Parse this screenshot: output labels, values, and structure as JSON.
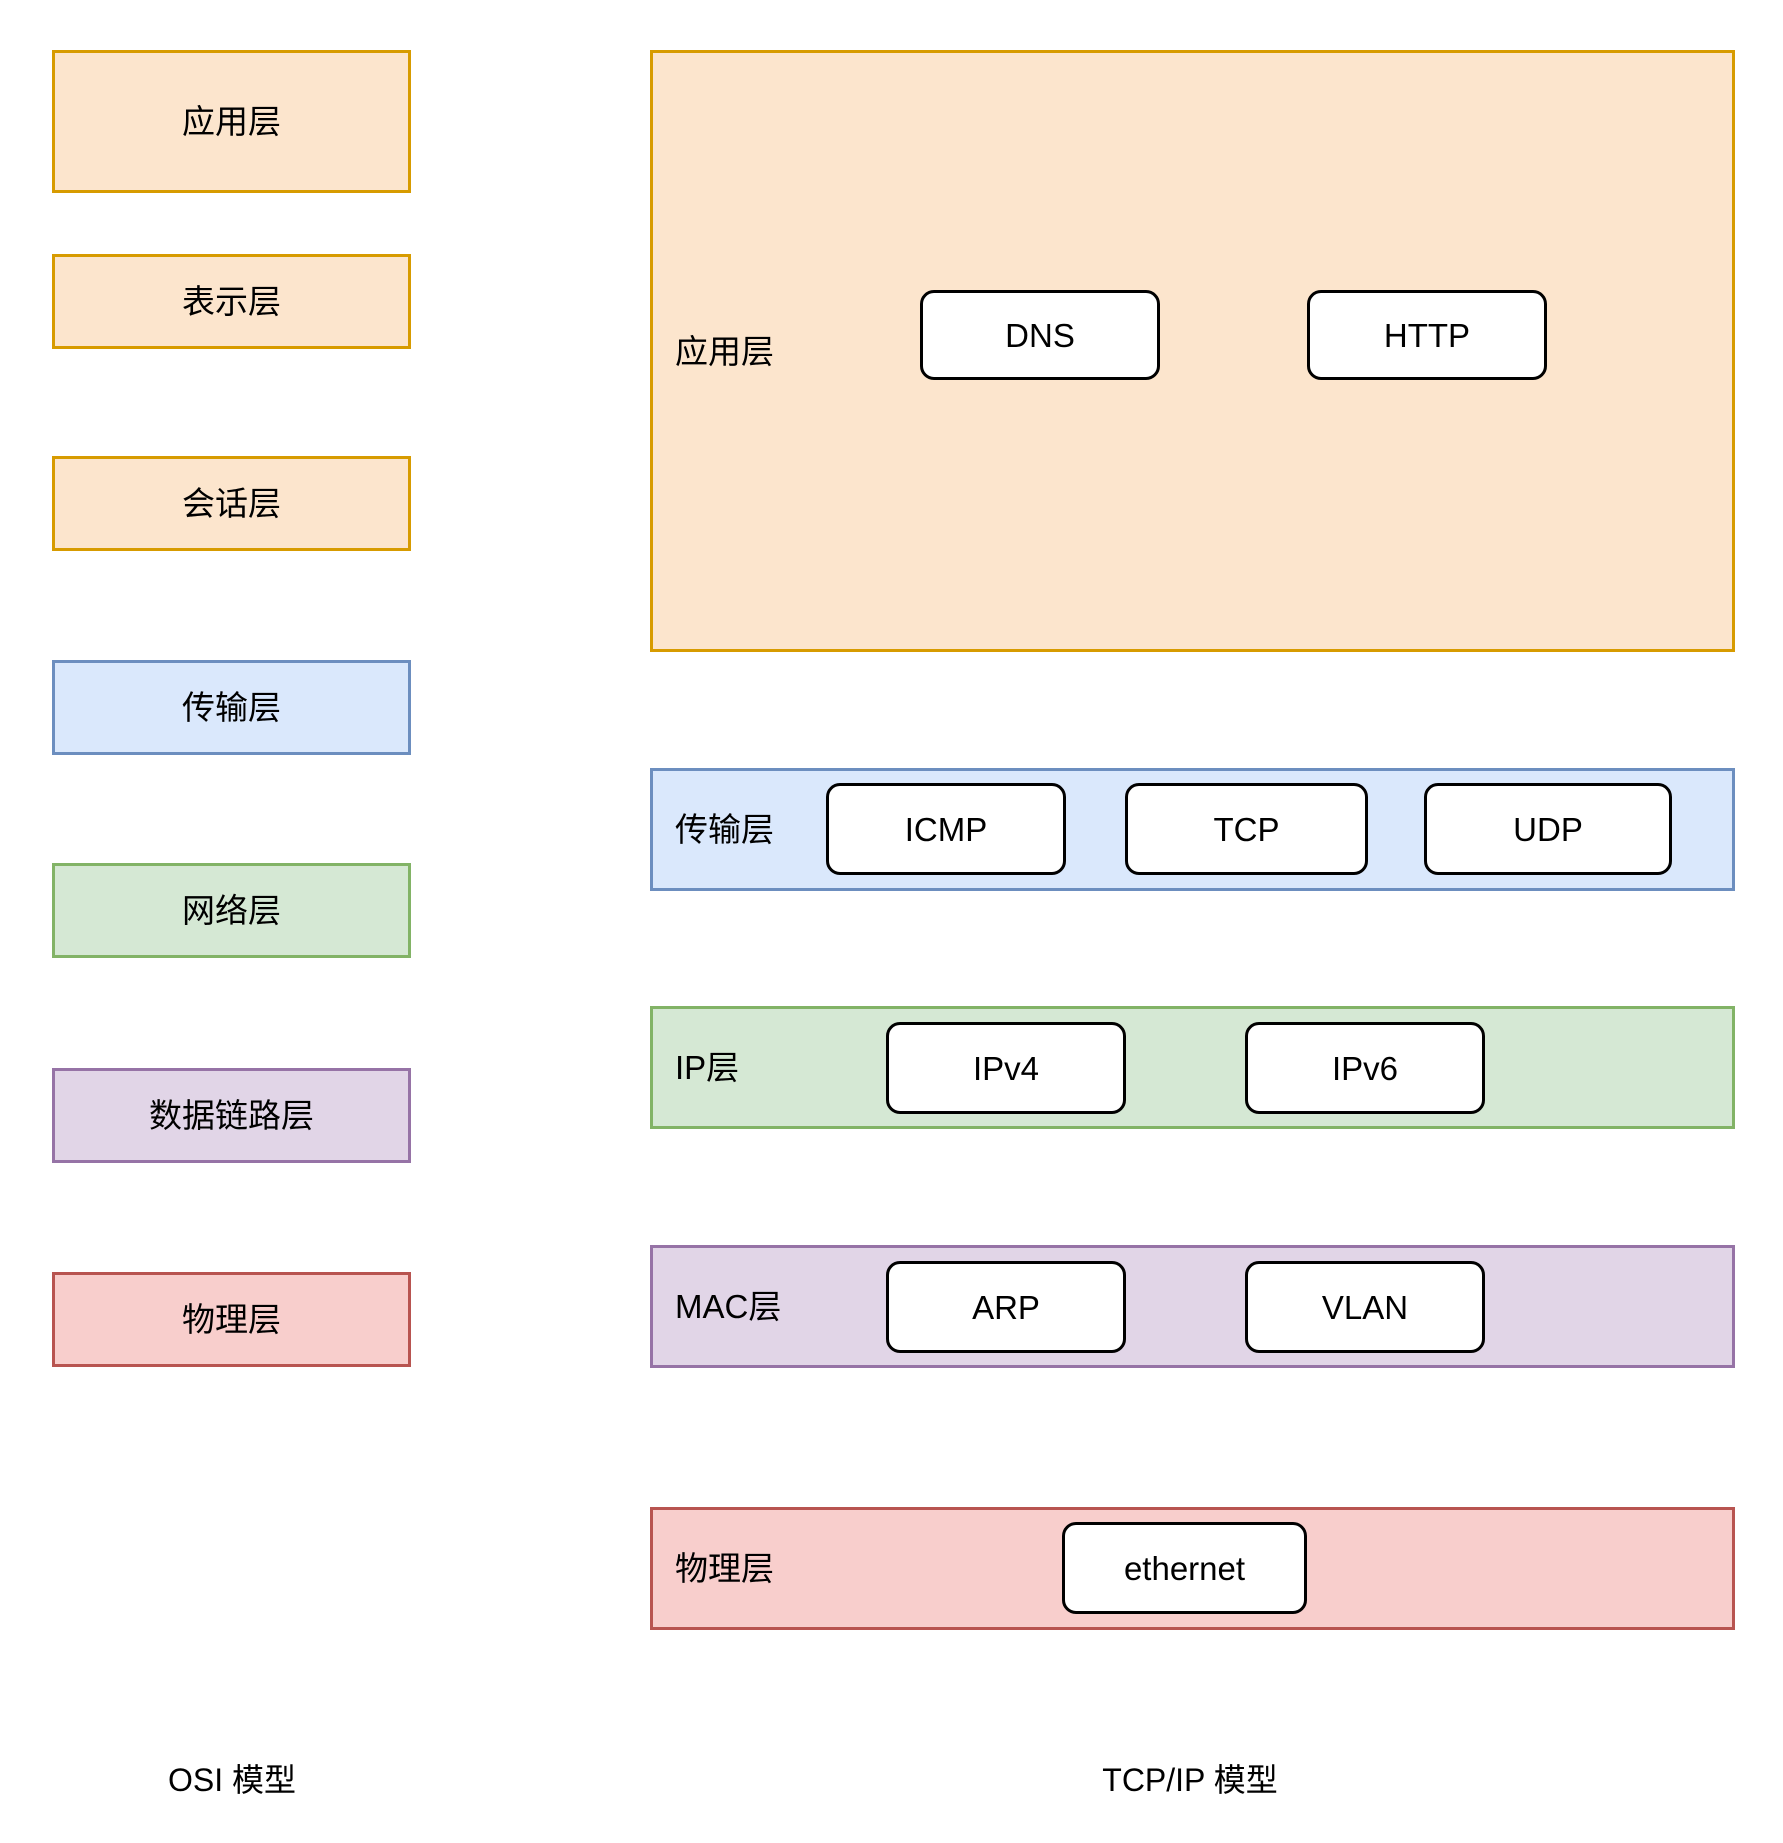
{
  "diagram": {
    "title_osi": "OSI 模型",
    "title_tcpip": "TCP/IP 模型",
    "palette": {
      "orange_fill": "#fce5cd",
      "orange_stroke": "#d79b00",
      "blue_fill": "#dae8fc",
      "blue_stroke": "#6c8ebf",
      "green_fill": "#d5e8d4",
      "green_stroke": "#82b366",
      "purple_fill": "#e1d5e7",
      "purple_stroke": "#9673a6",
      "red_fill": "#f8cecc",
      "red_stroke": "#b85450",
      "pill_fill": "#ffffff",
      "pill_stroke": "#000000",
      "background": "#ffffff"
    }
  },
  "osi": {
    "layers": [
      {
        "label": "应用层",
        "color_key": "orange"
      },
      {
        "label": "表示层",
        "color_key": "orange"
      },
      {
        "label": "会话层",
        "color_key": "orange"
      },
      {
        "label": "传输层",
        "color_key": "blue"
      },
      {
        "label": "网络层",
        "color_key": "green"
      },
      {
        "label": "数据链路层",
        "color_key": "purple"
      },
      {
        "label": "物理层",
        "color_key": "red"
      }
    ]
  },
  "tcpip": {
    "layers": [
      {
        "label": "应用层",
        "color_key": "orange",
        "protocols": [
          "DNS",
          "HTTP"
        ]
      },
      {
        "label": "传输层",
        "color_key": "blue",
        "protocols": [
          "ICMP",
          "TCP",
          "UDP"
        ]
      },
      {
        "label": "IP层",
        "color_key": "green",
        "protocols": [
          "IPv4",
          "IPv6"
        ]
      },
      {
        "label": "MAC层",
        "color_key": "purple",
        "protocols": [
          "ARP",
          "VLAN"
        ]
      },
      {
        "label": "物理层",
        "color_key": "red",
        "protocols": [
          "ethernet"
        ]
      }
    ]
  }
}
